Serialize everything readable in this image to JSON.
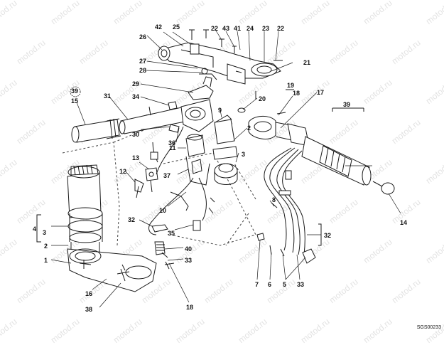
{
  "watermark": "motod.ru",
  "drawing_code": "SGS00233",
  "callouts": [
    "42",
    "25",
    "22",
    "43",
    "41",
    "24",
    "23",
    "22",
    "26",
    "27",
    "28",
    "21",
    "29",
    "34",
    "20",
    "19",
    "18",
    "17",
    "39",
    "31",
    "15",
    "30",
    "36",
    "2",
    "9",
    "39",
    "13",
    "12",
    "37",
    "11",
    "10",
    "3",
    "32",
    "35",
    "40",
    "33",
    "8",
    "32",
    "14",
    "4",
    "3",
    "2",
    "1",
    "16",
    "38",
    "18",
    "7",
    "6",
    "5",
    "33"
  ]
}
